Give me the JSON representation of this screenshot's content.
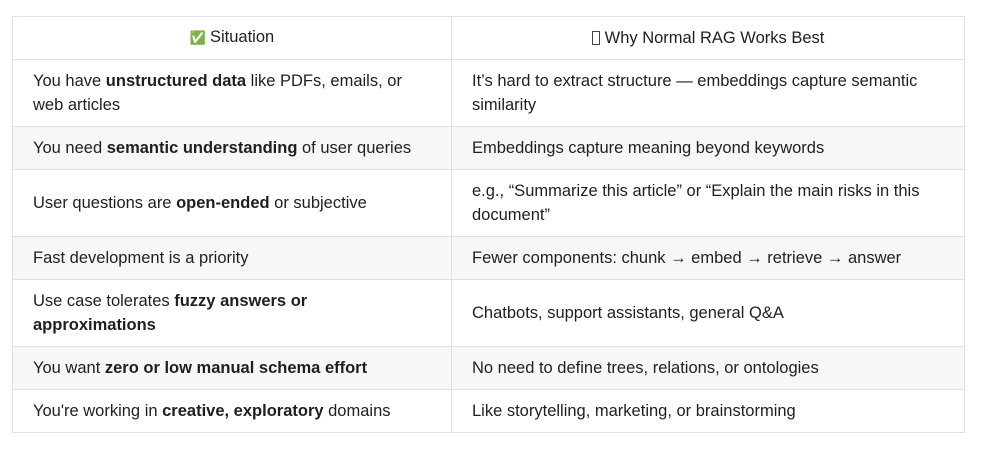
{
  "table": {
    "headers": [
      {
        "icon": "check-mark-icon",
        "glyph": "✅",
        "label": "Situation"
      },
      {
        "icon": "missing-glyph-icon",
        "glyph": "",
        "label": "Why Normal RAG Works Best"
      }
    ],
    "rows": [
      {
        "situation": [
          {
            "t": "You have ",
            "b": false
          },
          {
            "t": "unstructured data",
            "b": true
          },
          {
            "t": " like PDFs, emails, or web articles",
            "b": false
          }
        ],
        "why": "It’s hard to extract structure — embeddings capture semantic similarity"
      },
      {
        "situation": [
          {
            "t": "You need ",
            "b": false
          },
          {
            "t": "semantic understanding",
            "b": true
          },
          {
            "t": " of user queries",
            "b": false
          }
        ],
        "why": "Embeddings capture meaning beyond keywords"
      },
      {
        "situation": [
          {
            "t": "User questions are ",
            "b": false
          },
          {
            "t": "open-ended",
            "b": true
          },
          {
            "t": " or subjective",
            "b": false
          }
        ],
        "why": "e.g., “Summarize this article” or “Explain the main risks in this document”"
      },
      {
        "situation": [
          {
            "t": "Fast development is a priority",
            "b": false
          }
        ],
        "why": "Fewer components: chunk → embed → retrieve → answer"
      },
      {
        "situation": [
          {
            "t": "Use case tolerates ",
            "b": false
          },
          {
            "t": "fuzzy answers or approximations",
            "b": true
          }
        ],
        "why": "Chatbots, support assistants, general Q&A"
      },
      {
        "situation": [
          {
            "t": "You want ",
            "b": false
          },
          {
            "t": "zero or low manual schema effort",
            "b": true
          }
        ],
        "why": "No need to define trees, relations, or ontologies"
      },
      {
        "situation": [
          {
            "t": "You're working in ",
            "b": false
          },
          {
            "t": "creative, exploratory",
            "b": true
          },
          {
            "t": " domains",
            "b": false
          }
        ],
        "why": "Like storytelling, marketing, or brainstorming"
      }
    ]
  }
}
